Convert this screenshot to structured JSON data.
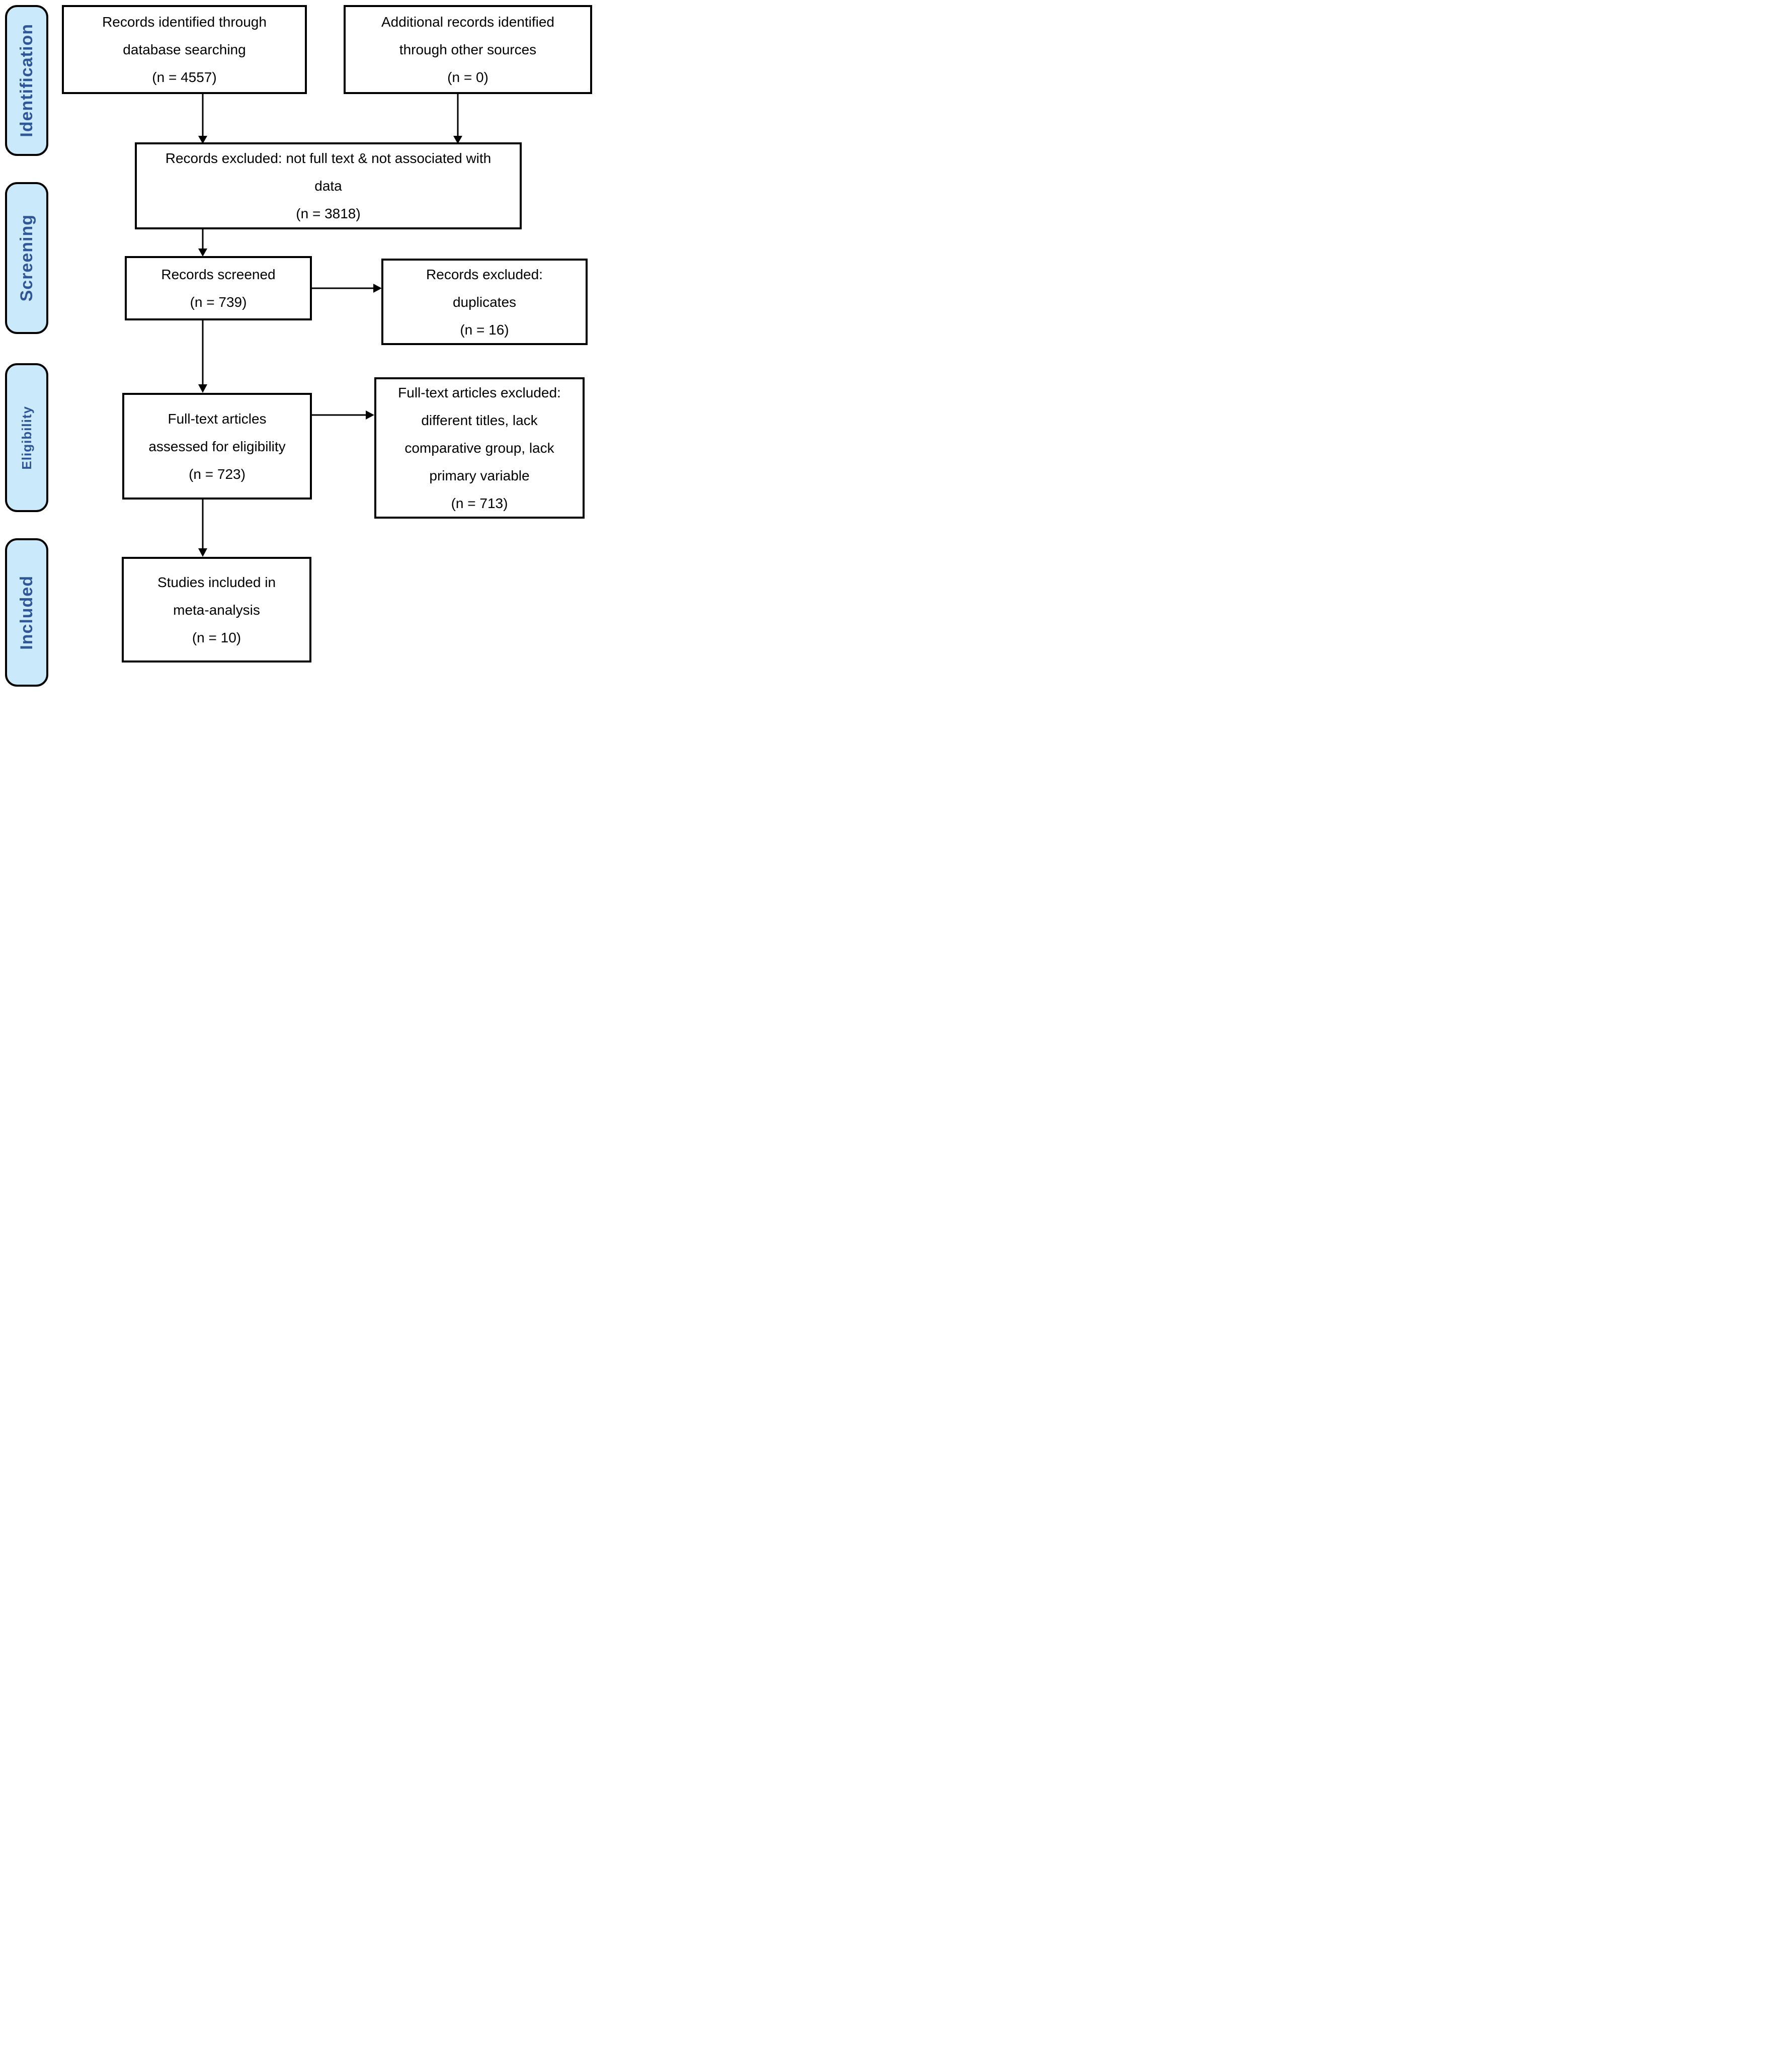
{
  "diagram": {
    "kind": "PRISMA flow diagram",
    "background_color": "#ffffff",
    "line_color": "#000000"
  },
  "sidebar": {
    "fill_color": "#cae9fa",
    "border_color": "#000000",
    "text_color": "#2f5696",
    "labels": {
      "identification": "Identification",
      "screening": "Screening",
      "eligibility": "Eligibility",
      "included": "Included"
    }
  },
  "boxes": {
    "identified": {
      "lines": [
        "Records identified through",
        "database searching",
        "(n = 4557)"
      ],
      "n": 4557
    },
    "additional": {
      "lines": [
        "Additional records identified",
        "through other sources",
        "(n = 0)"
      ],
      "n": 0
    },
    "excluded_not_full_text": {
      "lines": [
        "Records excluded: not full text & not associated with",
        "data",
        "(n = 3818)"
      ],
      "n": 3818
    },
    "screened": {
      "lines": [
        "Records screened",
        "(n = 739)"
      ],
      "n": 739
    },
    "excluded_duplicates": {
      "lines": [
        "Records excluded:",
        "duplicates",
        "(n = 16)"
      ],
      "n": 16
    },
    "full_text_assessed": {
      "lines": [
        "Full-text articles",
        "assessed for eligibility",
        "(n = 723)"
      ],
      "n": 723
    },
    "full_text_excluded": {
      "lines": [
        "Full-text articles excluded:",
        "different titles, lack",
        "comparative group, lack",
        "primary variable",
        "(n = 713)"
      ],
      "n": 713
    },
    "included_studies": {
      "lines": [
        "Studies included in",
        "meta-analysis",
        "(n = 10)"
      ],
      "n": 10
    }
  }
}
